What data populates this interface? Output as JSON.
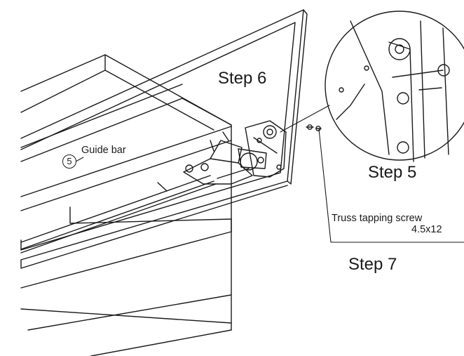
{
  "labels": {
    "step6": "Step 6",
    "step5": "Step 5",
    "step7": "Step 7",
    "guide_bar_number": "5",
    "guide_bar": "Guide bar",
    "screw_name": "Truss tapping screw",
    "screw_size": "4.5x12"
  },
  "colors": {
    "line": "#1a1a1a",
    "background": "#ffffff"
  }
}
